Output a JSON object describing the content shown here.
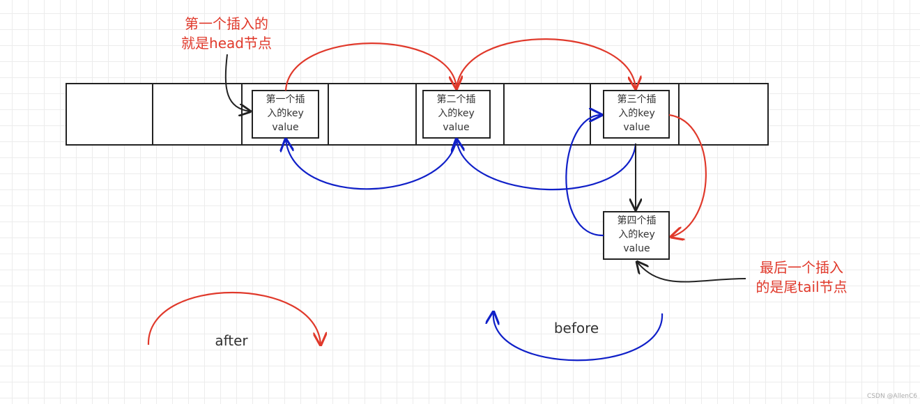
{
  "nodes": [
    {
      "line1": "第一个插",
      "line2": "入的key",
      "line3": "value"
    },
    {
      "line1": "第二个插",
      "line2": "入的key",
      "line3": "value"
    },
    {
      "line1": "第三个插",
      "line2": "入的key",
      "line3": "value"
    },
    {
      "line1": "第四个插",
      "line2": "入的key",
      "line3": "value"
    }
  ],
  "annotations": {
    "head_line1": "第一个插入的",
    "head_line2": "就是head节点",
    "tail_line1": "最后一个插入",
    "tail_line2": "的是尾tail节点"
  },
  "legend": {
    "after": "after",
    "before": "before"
  },
  "watermark": "CSDN @AllenC6",
  "colors": {
    "after": "#e0392b",
    "before": "#1020c8",
    "line": "#222222"
  }
}
